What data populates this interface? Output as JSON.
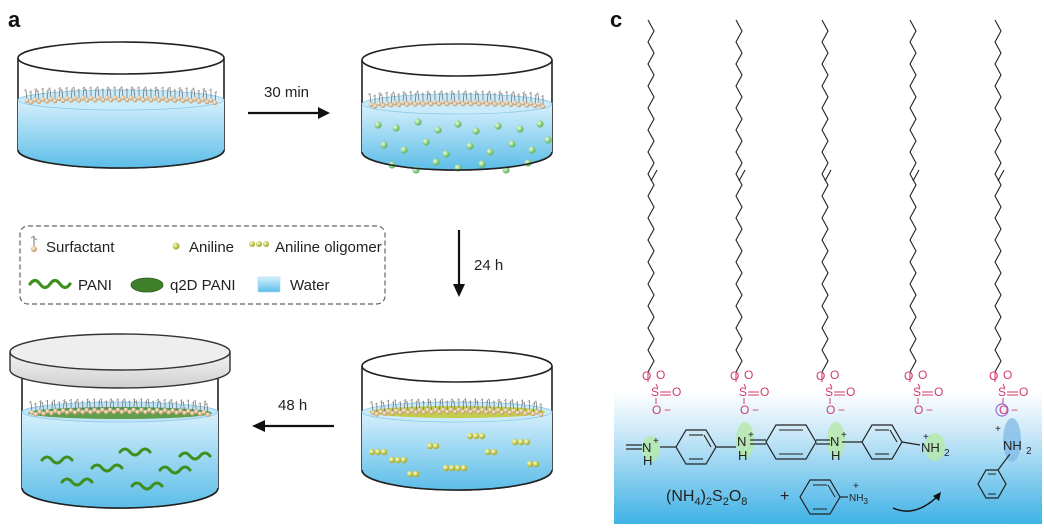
{
  "panels": {
    "a": "a",
    "c": "c"
  },
  "arrows": {
    "step1": "30 min",
    "step2": "24 h",
    "step3": "48 h"
  },
  "legend": {
    "surfactant": "Surfactant",
    "aniline": "Aniline",
    "oligomer": "Aniline oligomer",
    "pani": "PANI",
    "q2d": "q2D PANI",
    "water": "Water"
  },
  "chem": {
    "sulfonate_S": "S",
    "sulfonate_O": "O",
    "minus": "−",
    "plus": "+",
    "N": "N",
    "H": "H",
    "NH2": "NH",
    "sub2": "2",
    "formula_a": "(NH",
    "formula_sub4": "4",
    "formula_b": ")",
    "formula_sub2a": "2",
    "formula_c": "S",
    "formula_sub2b": "2",
    "formula_d": "O",
    "formula_sub8": "8",
    "plus_sign": "+",
    "anilinium": "NH",
    "anilinium_sub": "3"
  },
  "colors": {
    "water_top": "#d7eefb",
    "water_bottom": "#5bbce6",
    "aniline": "#8bd07d",
    "oligomer": "#c3c82b",
    "pani": "#3f8f1f",
    "sulfonate": "#d23b6a",
    "green_glow": "#b6e9a6",
    "blue_glow": "#7fb9e8"
  }
}
